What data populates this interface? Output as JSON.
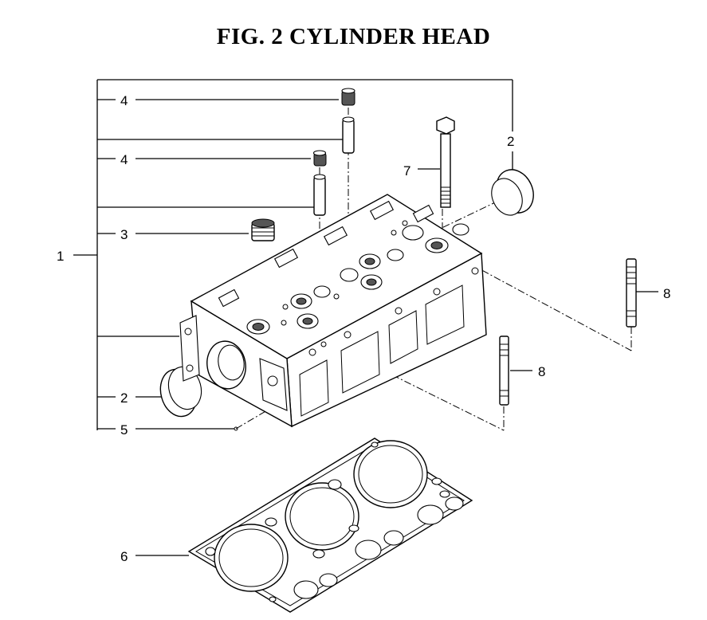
{
  "title": "FIG.  2  CYLINDER HEAD",
  "callouts": {
    "c1": "1",
    "c2_top": "2",
    "c2_left": "2",
    "c3": "3",
    "c4_top": "4",
    "c4_mid": "4",
    "c5": "5",
    "c6": "6",
    "c7": "7",
    "c8_right": "8",
    "c8_mid": "8"
  }
}
